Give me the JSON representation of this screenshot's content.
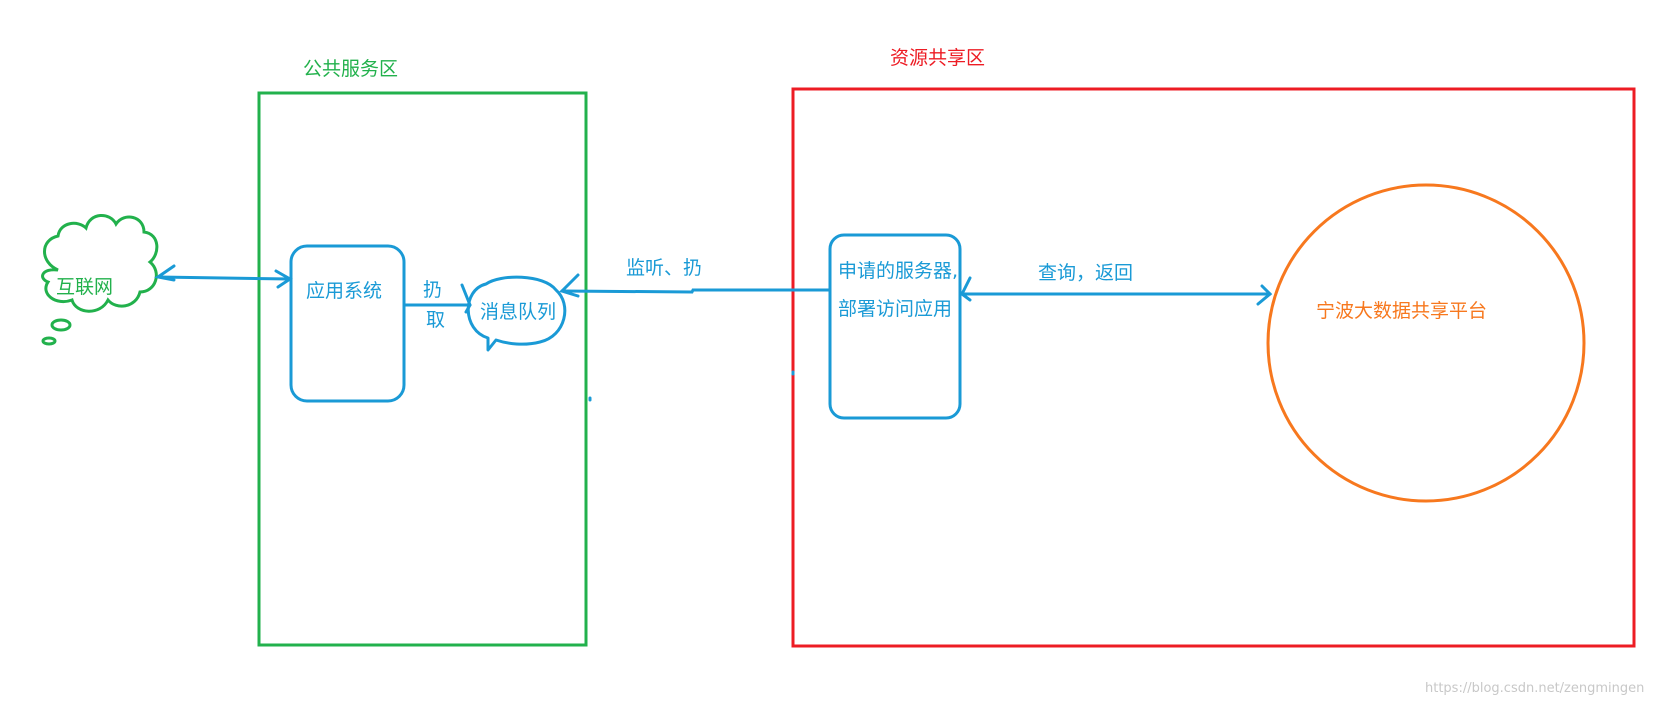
{
  "zones": {
    "public_service": {
      "label": "公共服务区",
      "color": "#22b14c"
    },
    "resource_sharing": {
      "label": "资源共享区",
      "color": "#ed1c24"
    }
  },
  "nodes": {
    "internet": {
      "label": "互联网",
      "shape": "cloud",
      "color": "#22b14c"
    },
    "app_system": {
      "label": "应用系统",
      "shape": "rounded-rect",
      "color": "#1a9ad6"
    },
    "message_queue": {
      "label": "消息队列",
      "shape": "speech-bubble",
      "color": "#1a9ad6"
    },
    "request_server": {
      "label_line1": "申请的服务器,",
      "label_line2": "部署访问应用",
      "shape": "rounded-rect",
      "color": "#1a9ad6"
    },
    "ningbo_platform": {
      "label": "宁波大数据共享平台",
      "shape": "circle",
      "color": "#f7781e"
    }
  },
  "edges": {
    "app_to_queue": {
      "label_line1": "扔",
      "label_line2": "取"
    },
    "server_to_queue": {
      "label": "监听、扔"
    },
    "server_platform": {
      "label": "查询，返回"
    }
  },
  "watermark": "https://blog.csdn.net/zengmingen"
}
